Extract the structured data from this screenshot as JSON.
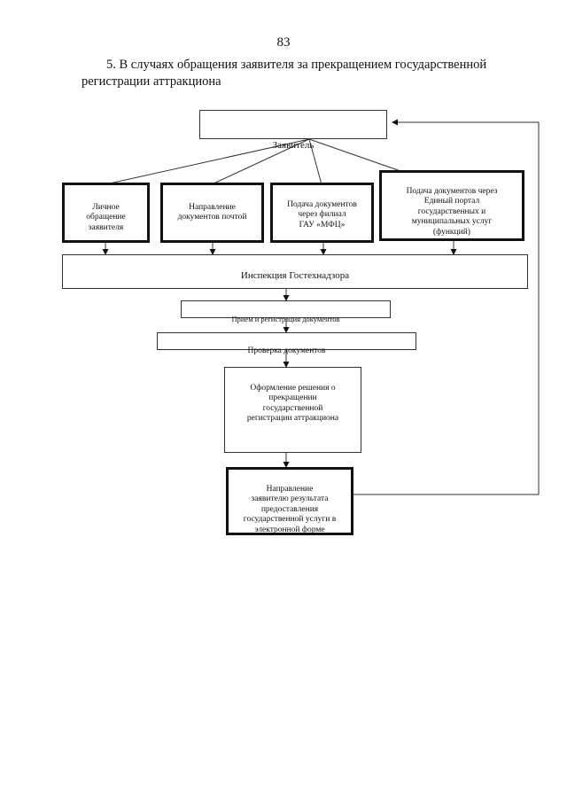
{
  "page_number": "83",
  "heading": {
    "line1": "5. В случаях обращения заявителя за прекращением государственной",
    "line2": "регистрации аттракциона"
  },
  "flowchart": {
    "applicant": "Заявитель",
    "channels": [
      {
        "label": "Личное\nобращение\nзаявителя"
      },
      {
        "label": "Направление\nдокументов почтой"
      },
      {
        "label": "Подача документов\nчерез филиал\nГАУ «МФЦ»"
      },
      {
        "label": "Подача документов через\nЕдиный портал\nгосударственных и\nмуниципальных услуг\n(функций)"
      }
    ],
    "inspection": "Инспекция Гостехнадзора",
    "steps": {
      "receipt": "Прием и регистрация документов",
      "check": "Проверка документов",
      "decision": "Оформление решения о\nпрекращении\nгосударственной\nрегистрации аттракциона",
      "result": "Направление\nзаявителю результата\nпредоставления\nгосударственной услуги в\nэлектронной форме"
    }
  }
}
